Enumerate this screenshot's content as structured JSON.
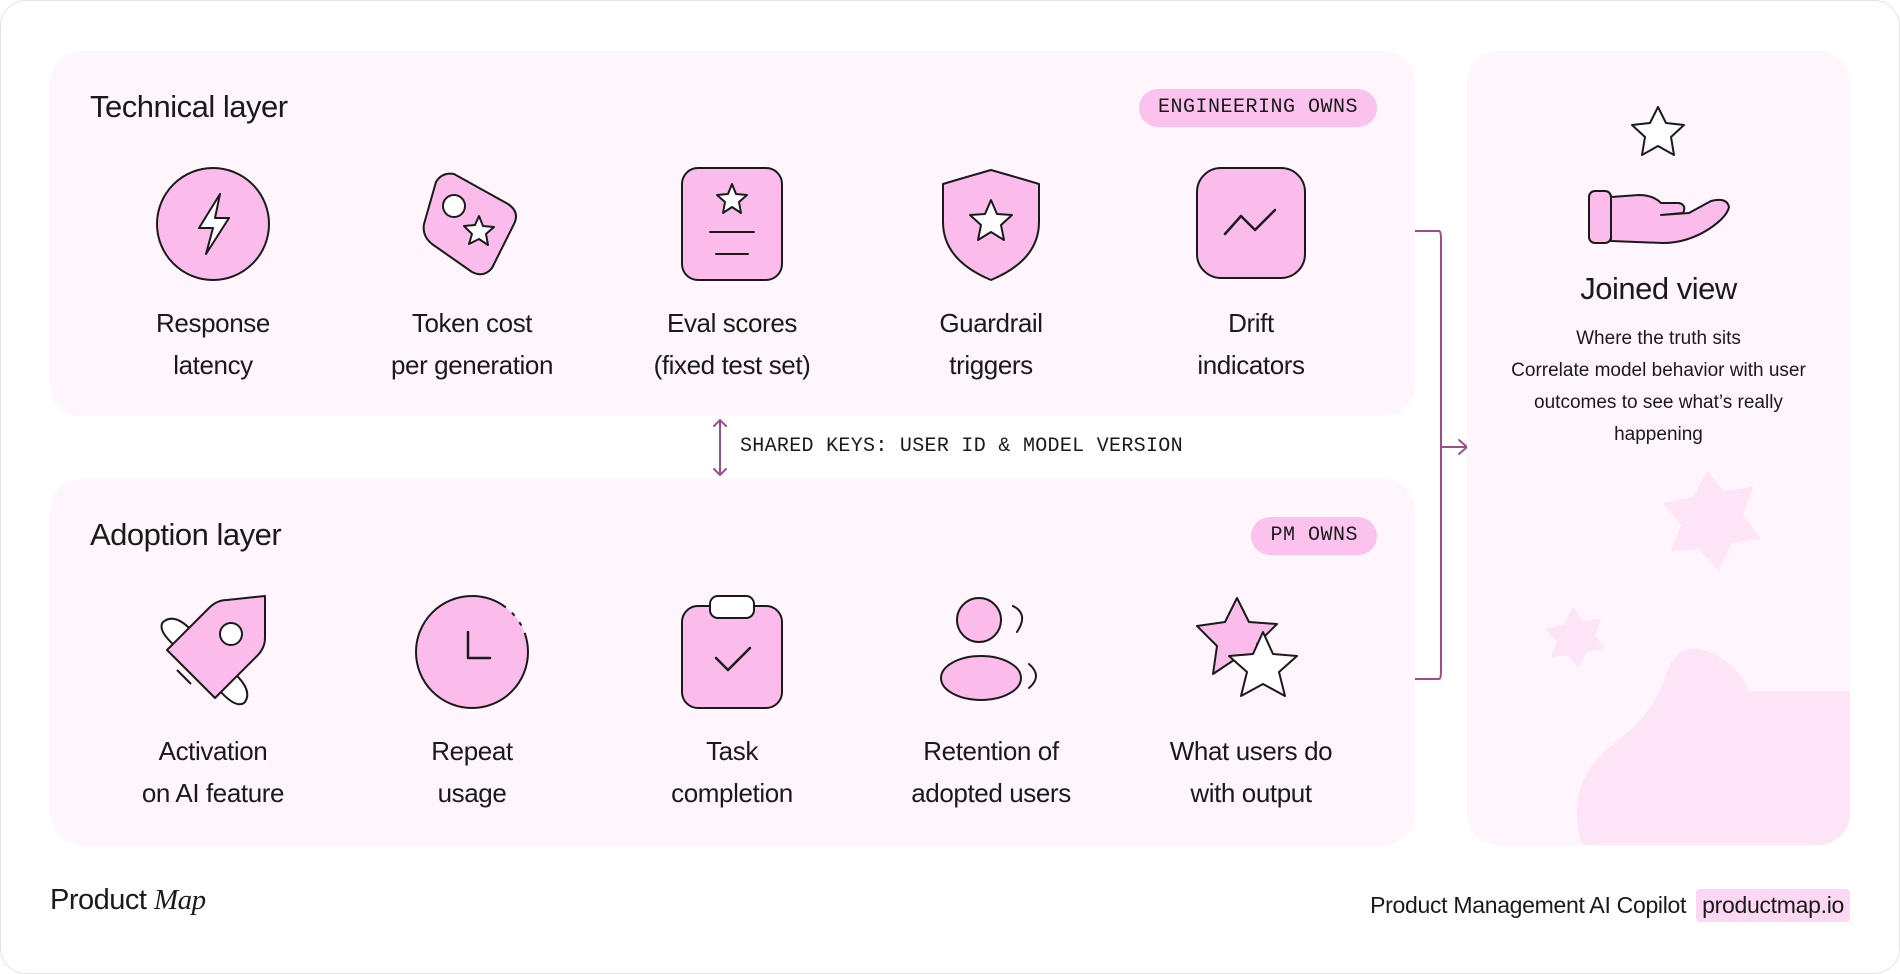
{
  "technical_layer": {
    "title": "Technical layer",
    "owner_badge": "ENGINEERING OWNS",
    "items": [
      {
        "icon": "lightning-icon",
        "line1": "Response",
        "line2": "latency"
      },
      {
        "icon": "price-tag-icon",
        "line1": "Token cost",
        "line2": "per generation"
      },
      {
        "icon": "document-star-icon",
        "line1": "Eval scores",
        "line2": "(fixed test set)"
      },
      {
        "icon": "shield-star-icon",
        "line1": "Guardrail",
        "line2": "triggers"
      },
      {
        "icon": "trend-line-icon",
        "line1": "Drift",
        "line2": "indicators"
      }
    ]
  },
  "shared_keys": "SHARED KEYS: USER ID & MODEL VERSION",
  "adoption_layer": {
    "title": "Adoption layer",
    "owner_badge": "PM OWNS",
    "items": [
      {
        "icon": "rocket-icon",
        "line1": "Activation",
        "line2": "on AI feature"
      },
      {
        "icon": "clock-icon",
        "line1": "Repeat",
        "line2": "usage"
      },
      {
        "icon": "clipboard-check-icon",
        "line1": "Task",
        "line2": "completion"
      },
      {
        "icon": "user-retention-icon",
        "line1": "Retention of",
        "line2": "adopted users"
      },
      {
        "icon": "stars-icon",
        "line1": "What users do",
        "line2": "with output"
      }
    ]
  },
  "joined_view": {
    "icon": "hand-star-icon",
    "title": "Joined view",
    "subtitle": "Where the truth sits",
    "description": "Correlate model behavior with user outcomes to see what’s really happening"
  },
  "footer": {
    "brand_plain": "Product",
    "brand_italic": "Map",
    "tagline": "Product Management AI Copilot",
    "url": "productmap.io"
  },
  "colors": {
    "panel_bg": "#fff5fc",
    "icon_fill": "#fbbcec",
    "badge_bg": "#fbc2ee",
    "connector": "#9a4f8a",
    "stroke": "#1a1a1a"
  }
}
